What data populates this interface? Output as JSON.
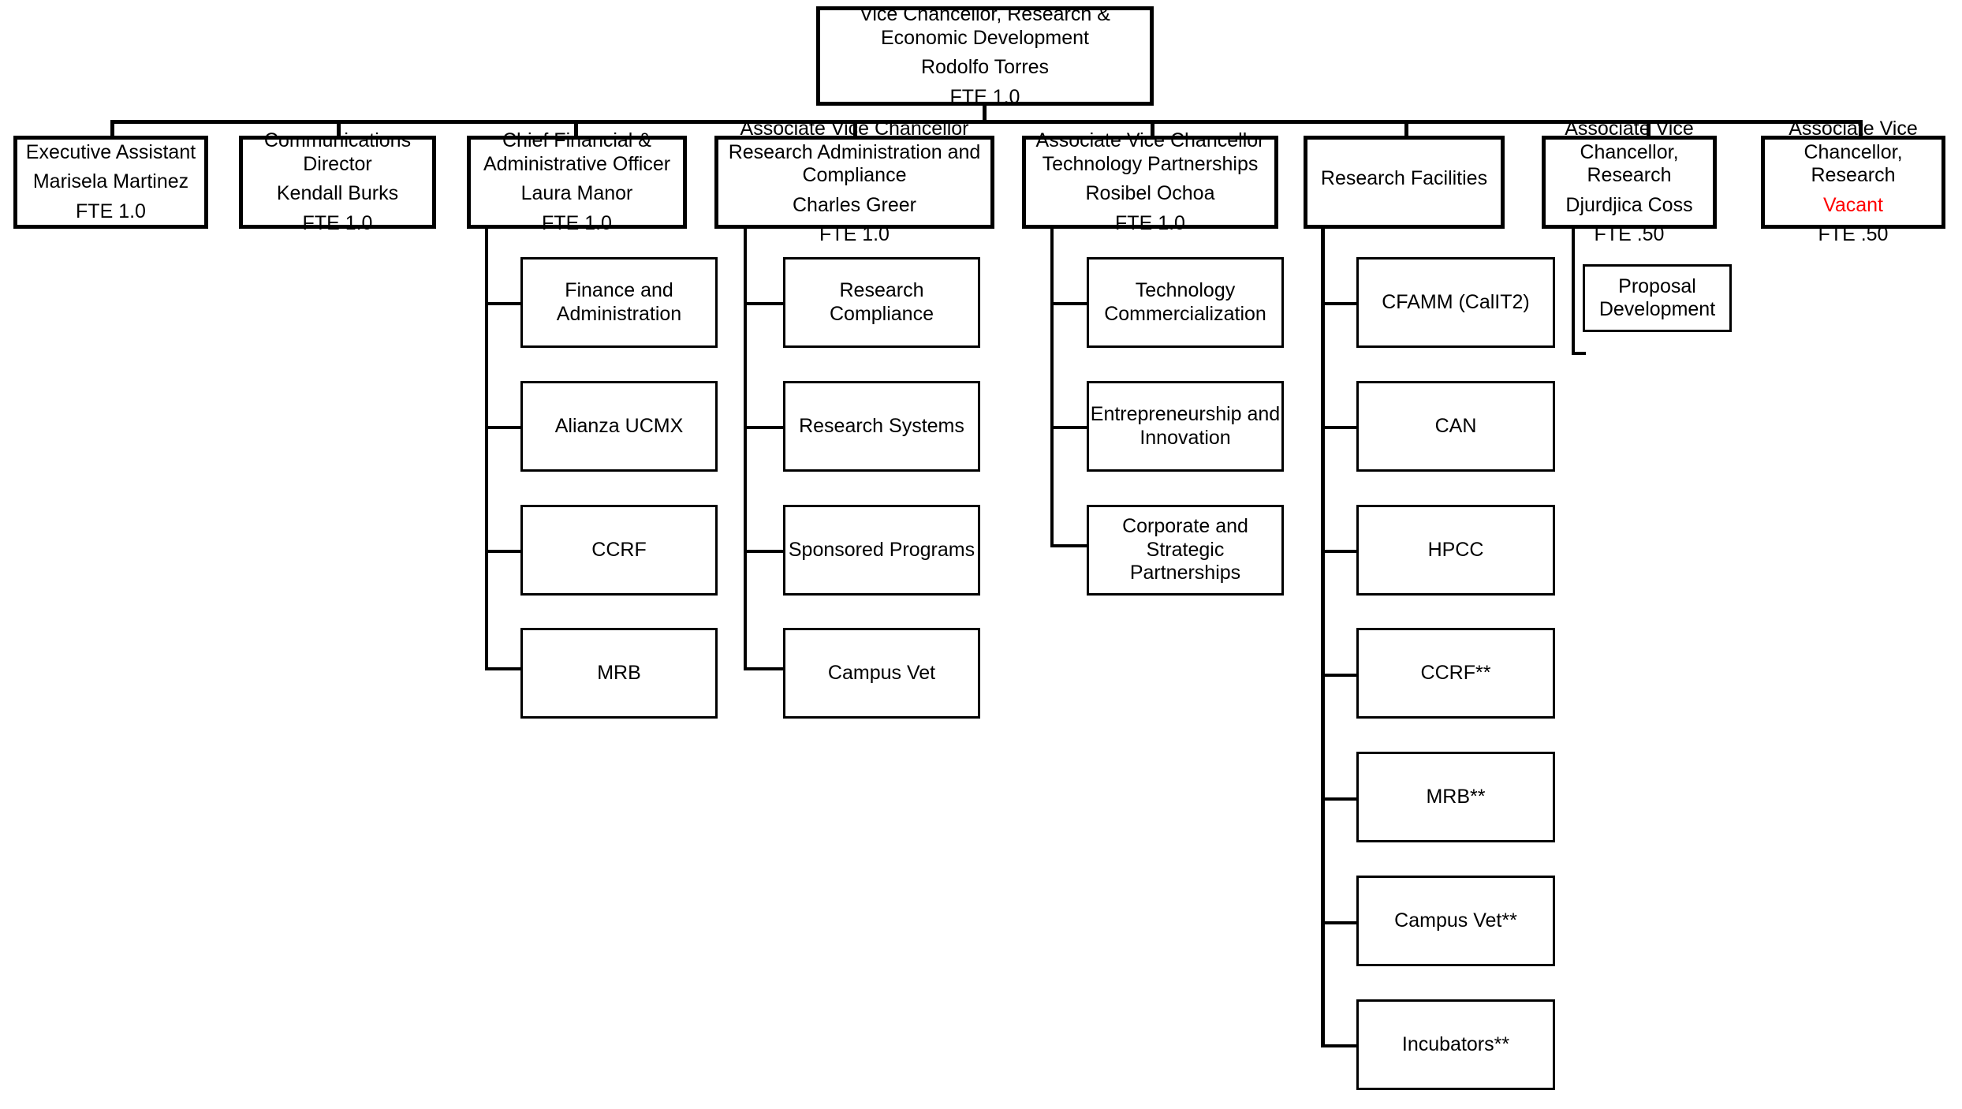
{
  "colors": {
    "border": "#000000",
    "text": "#000000",
    "vacant": "#ff0000",
    "background": "#ffffff"
  },
  "root": {
    "title": "Vice Chancellor, Research & Economic Development",
    "person": "Rodolfo Torres",
    "fte": "FTE 1.0"
  },
  "level1": [
    {
      "title": "Executive Assistant",
      "person": "Marisela Martinez",
      "fte": "FTE 1.0",
      "children": []
    },
    {
      "title": "Communications Director",
      "person": "Kendall Burks",
      "fte": "FTE 1.0",
      "children": []
    },
    {
      "title": "Chief Financial & Administrative Officer",
      "person": "Laura Manor",
      "fte": "FTE 1.0",
      "children": [
        "Finance and Administration",
        "Alianza UCMX",
        "CCRF",
        "MRB"
      ]
    },
    {
      "title": "Associate Vice Chancellor Research Administration and Compliance",
      "person": "Charles Greer",
      "fte": "FTE 1.0",
      "children": [
        "Research Compliance",
        "Research Systems",
        "Sponsored Programs",
        "Campus Vet"
      ]
    },
    {
      "title": "Associate Vice Chancellor Technology Partnerships",
      "person": "Rosibel Ochoa",
      "fte": "FTE 1.0",
      "children": [
        "Technology Commercialization",
        "Entrepreneurship and Innovation",
        "Corporate and Strategic Partnerships"
      ]
    },
    {
      "title": "Research Facilities",
      "person": "",
      "fte": "",
      "children": [
        "CFAMM (CalIT2)",
        "CAN",
        "HPCC",
        "CCRF**",
        "MRB**",
        "Campus Vet**",
        "Incubators**"
      ]
    },
    {
      "title": "Associate Vice Chancellor, Research",
      "person": "Djurdjica Coss",
      "fte": "FTE .50",
      "children": [
        "Proposal Development"
      ]
    },
    {
      "title": "Associate Vice Chancellor, Research",
      "person": "Vacant",
      "person_is_vacant": true,
      "fte": "FTE .50",
      "children": []
    }
  ]
}
